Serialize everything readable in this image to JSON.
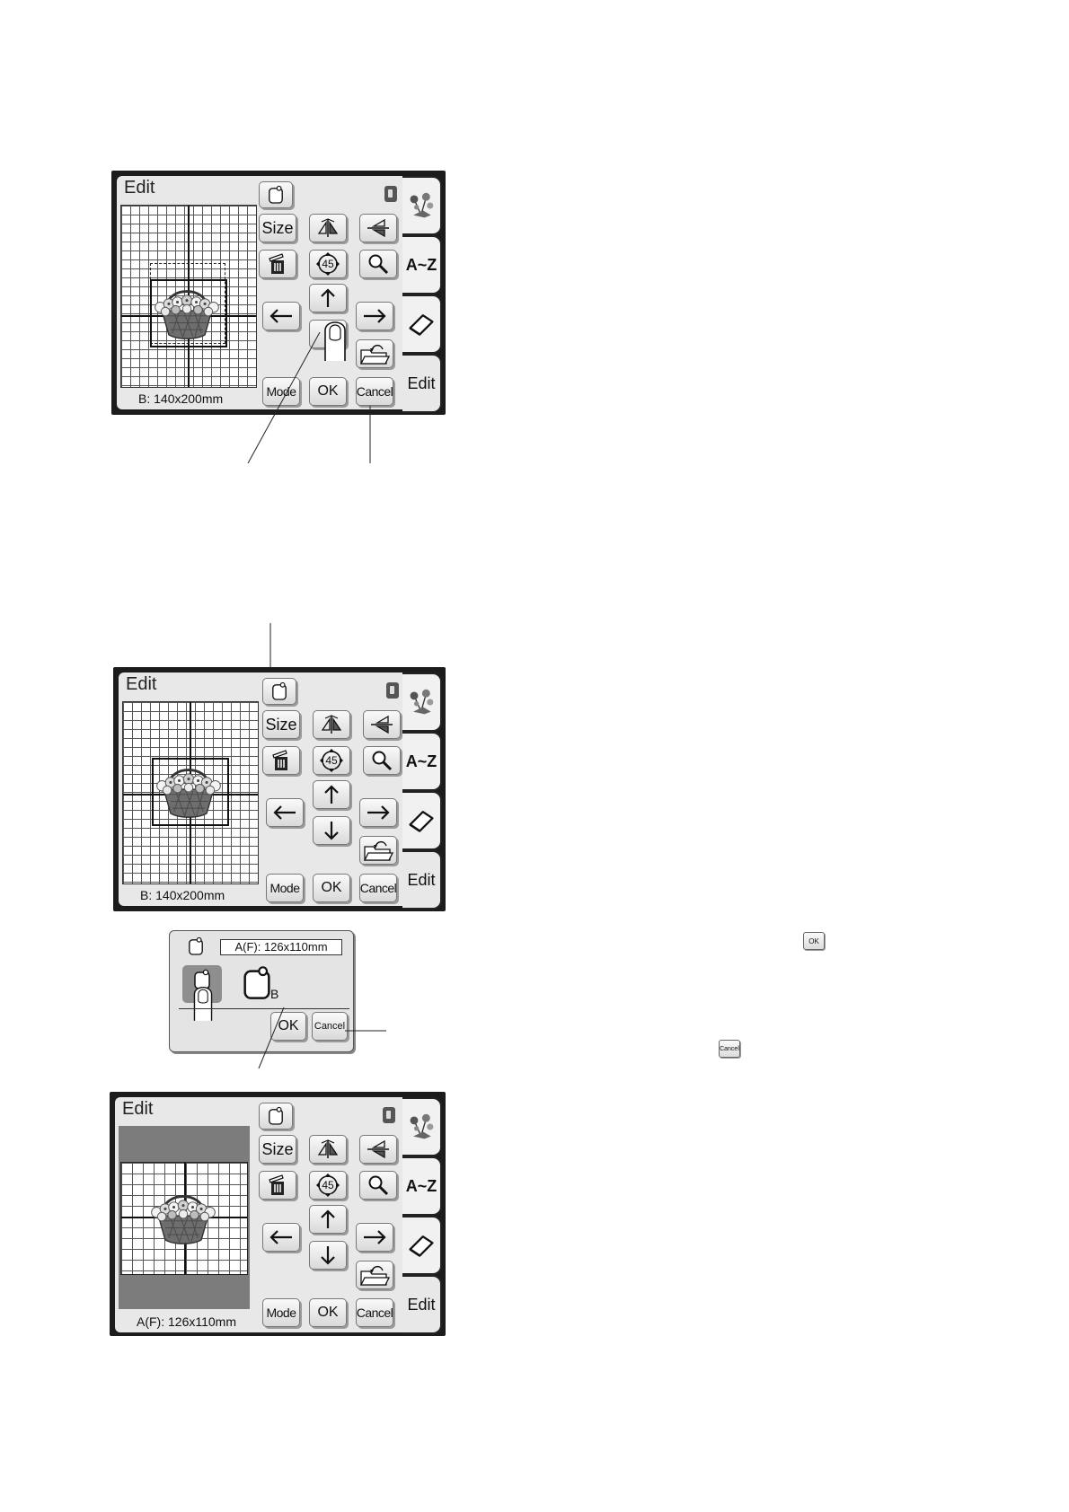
{
  "screen1": {
    "title": "Edit",
    "size_label": "B: 140x200mm",
    "buttons": {
      "size": "Size",
      "mode": "Mode",
      "ok": "OK",
      "cancel": "Cancel",
      "rotate": "45"
    },
    "tabs": {
      "az": "A~Z",
      "edit": "Edit"
    }
  },
  "screen2": {
    "title": "Edit",
    "size_label": "B: 140x200mm",
    "buttons": {
      "size": "Size",
      "mode": "Mode",
      "ok": "OK",
      "cancel": "Cancel",
      "rotate": "45"
    },
    "tabs": {
      "az": "A~Z",
      "edit": "Edit"
    }
  },
  "popup": {
    "field": "A(F): 126x110mm",
    "hoop_b_label": "B",
    "ok": "OK",
    "cancel": "Cancel"
  },
  "screen3": {
    "title": "Edit",
    "size_label": "A(F): 126x110mm",
    "buttons": {
      "size": "Size",
      "mode": "Mode",
      "ok": "OK",
      "cancel": "Cancel",
      "rotate": "45"
    },
    "tabs": {
      "az": "A~Z",
      "edit": "Edit"
    }
  },
  "inline_icons": {
    "ok": "OK",
    "cancel": "Cancel"
  }
}
